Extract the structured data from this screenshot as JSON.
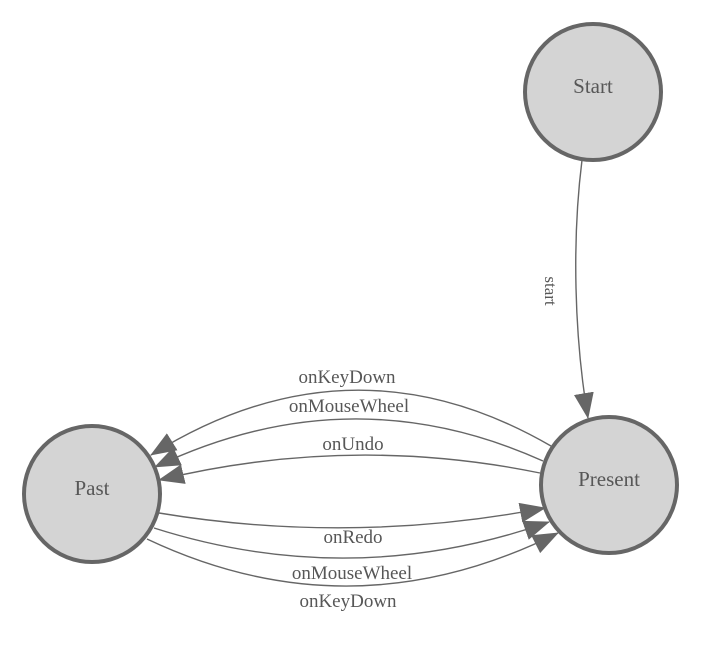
{
  "diagram": {
    "type": "state-machine",
    "colors": {
      "background": "#ffffff",
      "node_fill": "#d4d4d4",
      "node_stroke": "#666666",
      "edge_stroke": "#666666",
      "arrow_fill": "#666666",
      "label_text": "#575757"
    }
  },
  "nodes": [
    {
      "id": "start",
      "label": "Start"
    },
    {
      "id": "present",
      "label": "Present"
    },
    {
      "id": "past",
      "label": "Past"
    }
  ],
  "edges": [
    {
      "from": "Start",
      "to": "Present",
      "label": "start"
    },
    {
      "from": "Present",
      "to": "Past",
      "label": "onKeyDown"
    },
    {
      "from": "Present",
      "to": "Past",
      "label": "onMouseWheel"
    },
    {
      "from": "Present",
      "to": "Past",
      "label": "onUndo"
    },
    {
      "from": "Past",
      "to": "Present",
      "label": "onRedo"
    },
    {
      "from": "Past",
      "to": "Present",
      "label": "onMouseWheel"
    },
    {
      "from": "Past",
      "to": "Present",
      "label": "onKeyDown"
    }
  ]
}
